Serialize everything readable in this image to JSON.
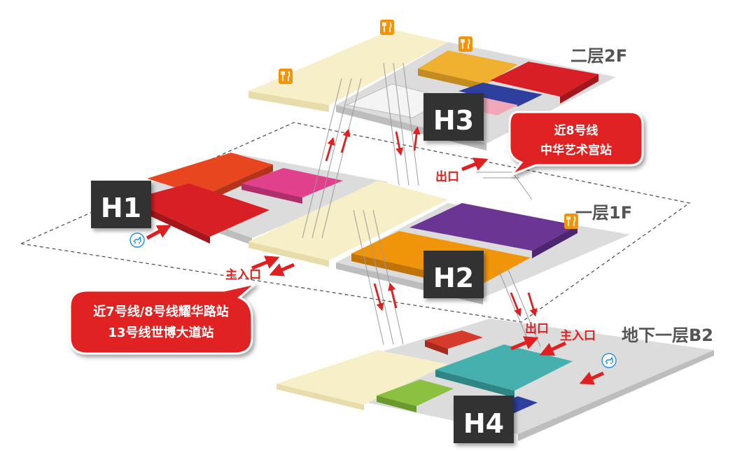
{
  "floors": {
    "f2": "二层2F",
    "f1": "一层1F",
    "b2": "地下一层B2"
  },
  "halls": {
    "h1": "H1",
    "h2": "H2",
    "h3": "H3",
    "h4": "H4"
  },
  "labels": {
    "exit_f1": "出口",
    "main_entrance_f1": "主入口",
    "exit_b2": "出口",
    "main_entrance_b2": "主入口"
  },
  "callouts": {
    "metro8": {
      "line1": "近8号线",
      "line2": "中华艺术宫站"
    },
    "metro7": {
      "line1": "近7号线/8号线耀华路站",
      "line2": "13号线世博大道站"
    }
  },
  "icons": {
    "restaurant": "fork-knife-icon",
    "pet": "pet-dog-icon"
  },
  "colors": {
    "corridor": "#f7efc8",
    "red": "#d91f26",
    "orange_red": "#e8461f",
    "magenta": "#e0408c",
    "purple": "#6a3593",
    "orange": "#f0950a",
    "gold": "#f0b030",
    "navy": "#2e3f9e",
    "pink": "#f0a8b8",
    "teal": "#46b0ae",
    "green": "#8cc040",
    "hall_label_bg": "#333333",
    "arrow": "#e02020"
  }
}
